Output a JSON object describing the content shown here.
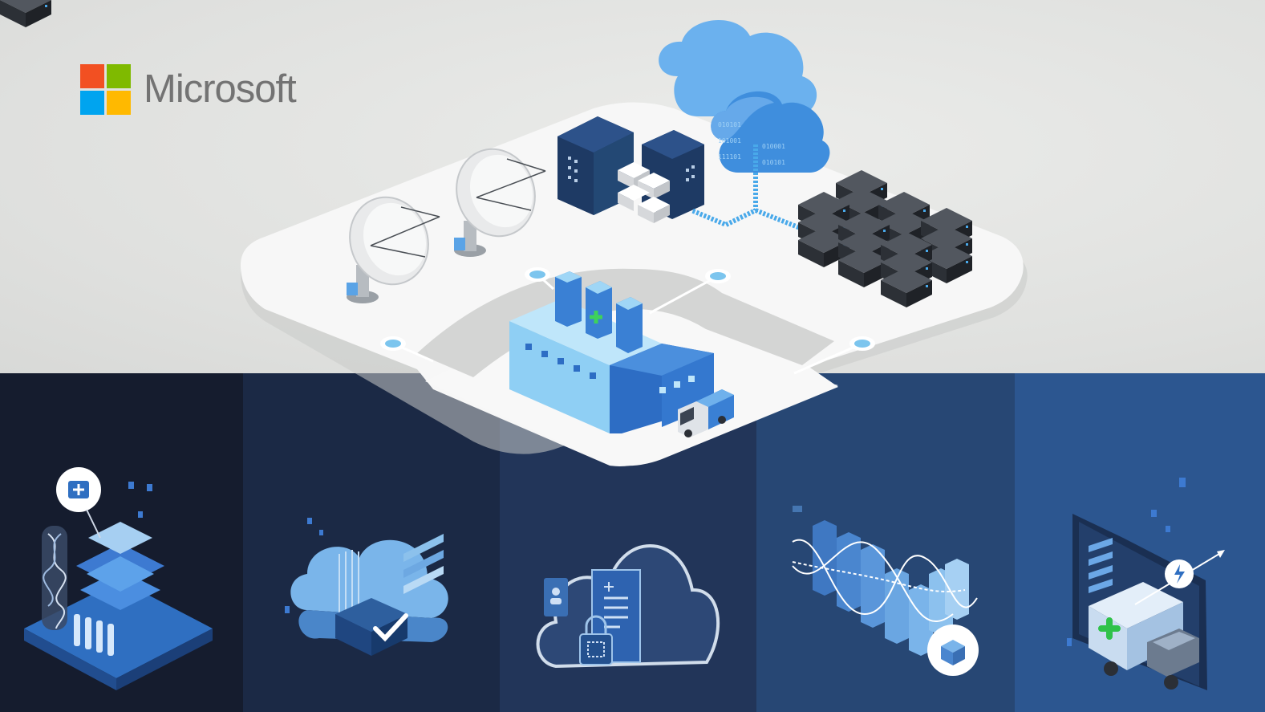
{
  "brand": {
    "name": "Microsoft",
    "logo_colors": [
      "#f25022",
      "#7fba00",
      "#00a4ef",
      "#ffb900"
    ],
    "text_color": "#737373"
  },
  "scene": {
    "icons": [
      "satellite-dish-icon",
      "satellite-dish-icon",
      "data-center-icon",
      "cloud-icon",
      "server-rack-icon",
      "factory-icon",
      "delivery-truck-icon"
    ],
    "binary_text": [
      "010101",
      "101001",
      "111101",
      "010001",
      "010101"
    ]
  },
  "panels": [
    {
      "icon": "lab-research-icon",
      "color": "#151c2e"
    },
    {
      "icon": "cloud-check-icon",
      "color": "#1b2945"
    },
    {
      "icon": "cloud-security-icon",
      "color": "#223559"
    },
    {
      "icon": "analytics-chart-icon",
      "color": "#274774"
    },
    {
      "icon": "supply-truck-icon",
      "color": "#2c5690"
    }
  ]
}
